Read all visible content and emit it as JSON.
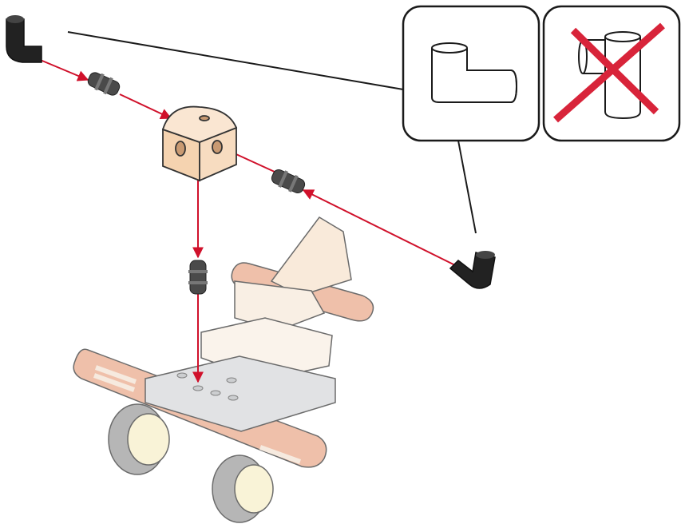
{
  "figure": {
    "type": "assembly-instruction-diagram",
    "parts": [
      "elbow-connector",
      "axle-pin",
      "quarter-round-block",
      "axle-pin",
      "elbow-connector",
      "axle-pin",
      "wheeled-base-model"
    ],
    "insets": [
      {
        "name": "correct-orientation",
        "marked_wrong": false
      },
      {
        "name": "wrong-orientation",
        "marked_wrong": true
      }
    ]
  },
  "colors": {
    "arrow": "#d0112b",
    "cross": "#d8243a",
    "outline": "#1a1a1a",
    "elbow": "#222222",
    "pin": "#4a4a4a",
    "block": "#f7dcc0",
    "beam": "#e9a98a",
    "beam_light": "#f3e2d3",
    "grey_block": "#d6d8da",
    "wheel_rim": "#f7efc8",
    "tire": "#9b9b9b"
  }
}
